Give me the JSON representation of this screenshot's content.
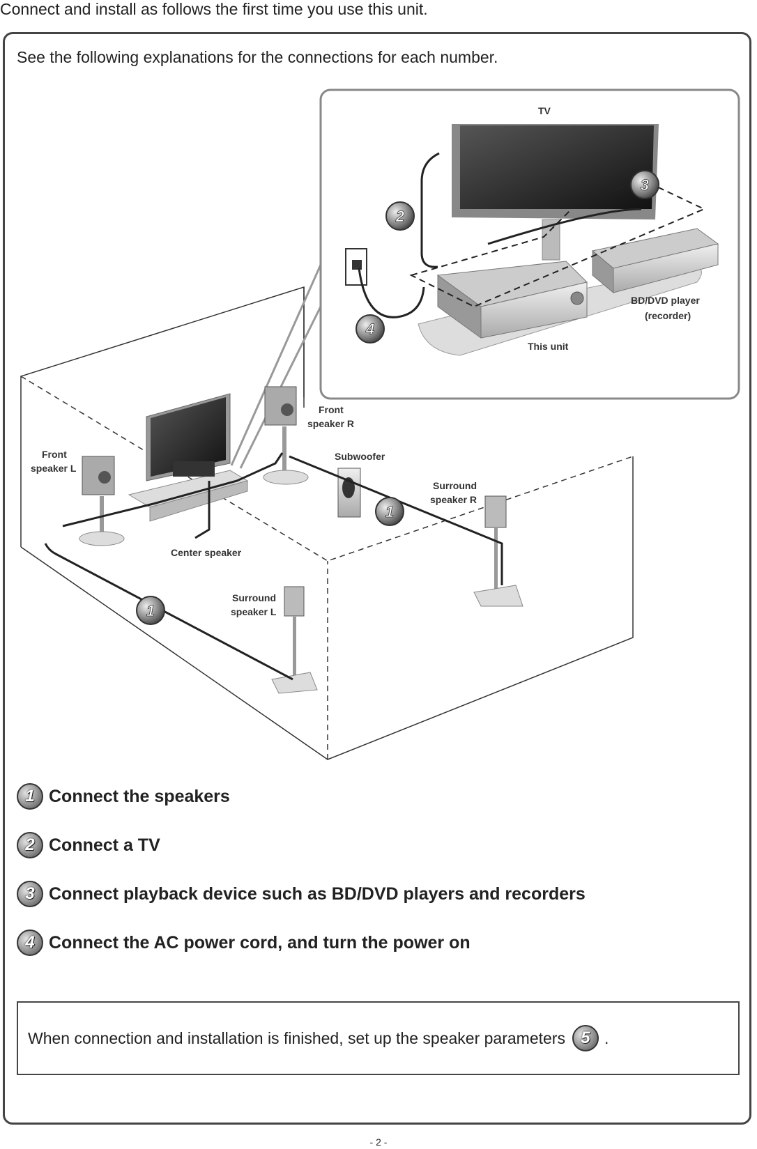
{
  "header": {
    "intro_line": "Connect and install as follows the first time you use this unit."
  },
  "panel": {
    "intro": "See the following explanations for the connections for each number."
  },
  "diagram": {
    "labels": {
      "tv": "TV",
      "bd_dvd_player": "BD/DVD player",
      "bd_dvd_player_sub": "(recorder)",
      "this_unit": "This unit",
      "front_speaker_r_1": "Front",
      "front_speaker_r_2": "speaker R",
      "front_speaker_l_1": "Front",
      "front_speaker_l_2": "speaker L",
      "subwoofer": "Subwoofer",
      "surround_speaker_r_1": "Surround",
      "surround_speaker_r_2": "speaker R",
      "surround_speaker_l_1": "Surround",
      "surround_speaker_l_2": "speaker L",
      "center_speaker": "Center speaker"
    },
    "badges": {
      "b1": "1",
      "b2": "2",
      "b3": "3",
      "b4": "4"
    }
  },
  "steps": [
    {
      "num": "1",
      "text": "Connect the speakers"
    },
    {
      "num": "2",
      "text": "Connect a TV"
    },
    {
      "num": "3",
      "text": "Connect playback device such as BD/DVD players and recorders"
    },
    {
      "num": "4",
      "text": "Connect the AC power cord, and turn the power on"
    }
  ],
  "note": {
    "text": "When connection and installation is finished, set up the speaker parameters",
    "badge": "5",
    "end": "."
  },
  "footer": {
    "page": "- 2 -"
  }
}
